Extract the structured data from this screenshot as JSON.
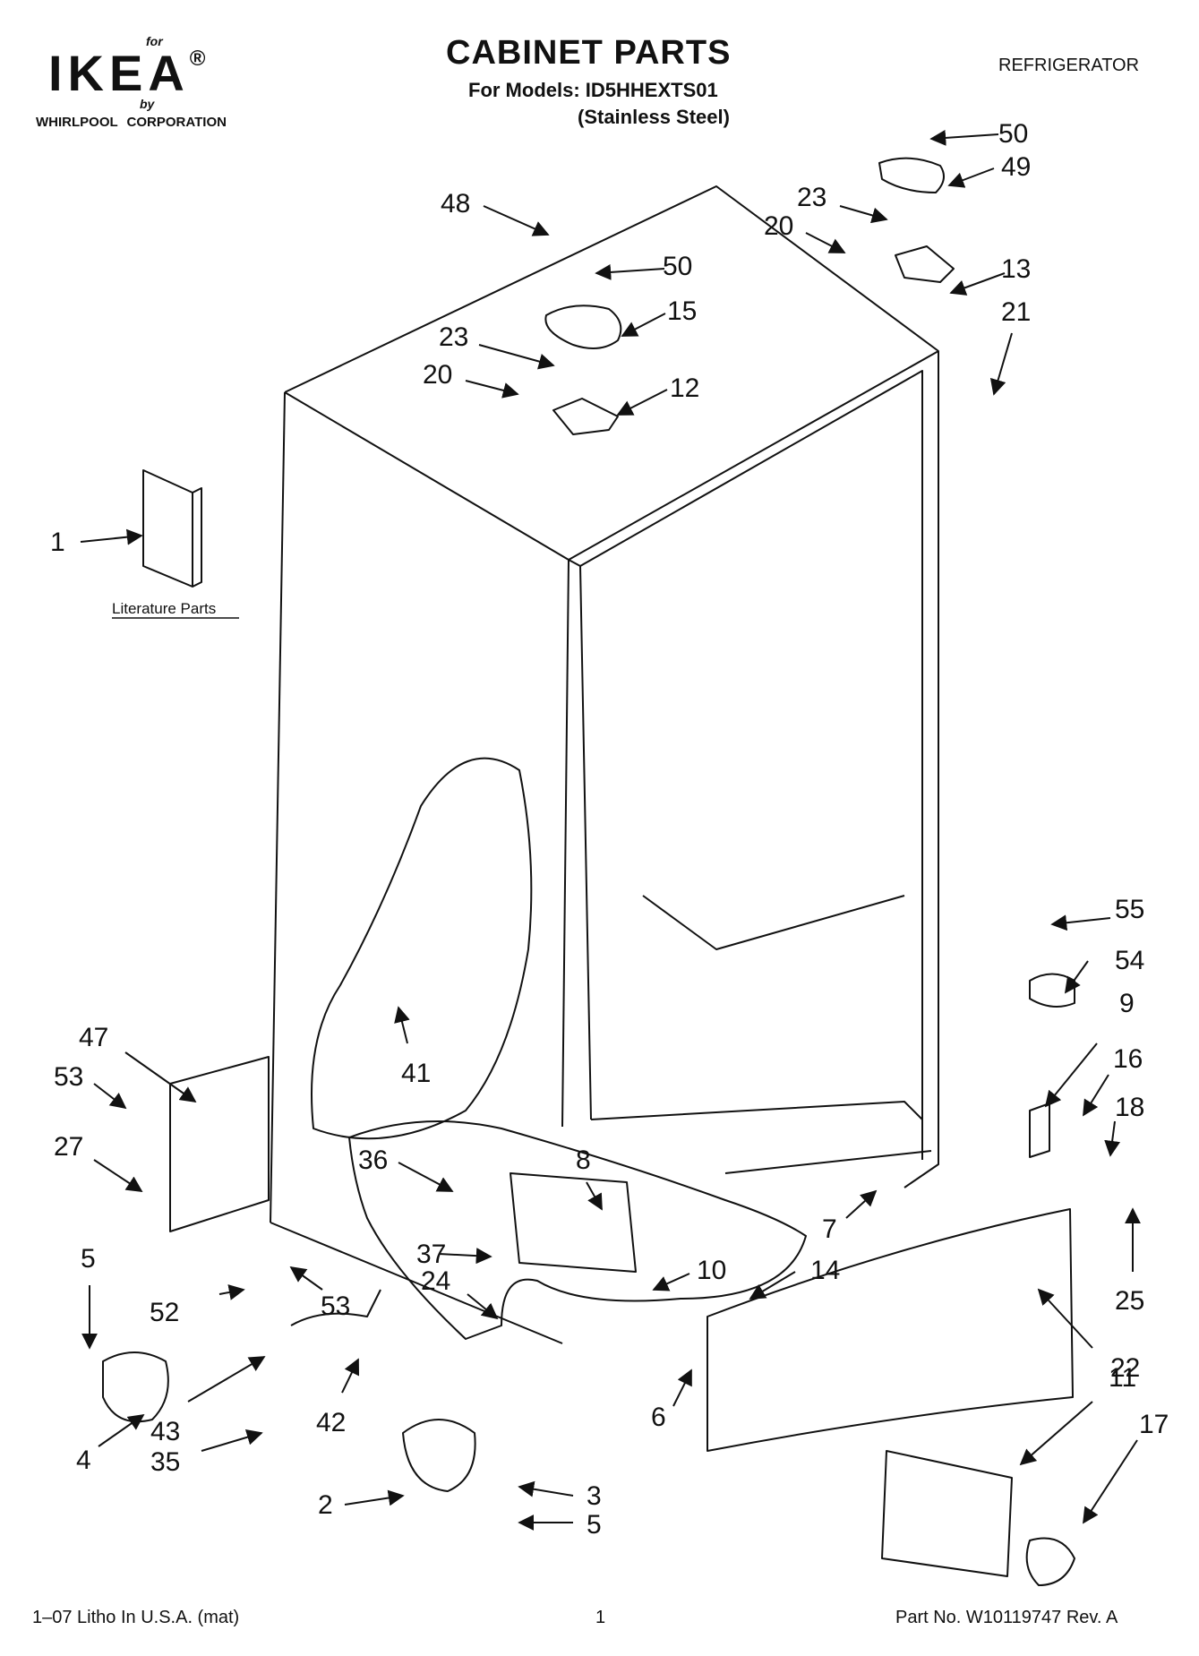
{
  "brand": {
    "for": "for",
    "logo": "IKEA",
    "registered": "®",
    "by": "by",
    "corporation": "WHIRLPOOL CORPORATION"
  },
  "header": {
    "title": "CABINET PARTS",
    "models_line": "For Models: ID5HHEXTS01",
    "finish_line": "(Stainless Steel)",
    "appliance": "REFRIGERATOR"
  },
  "literature_label": "Literature Parts",
  "callouts": [
    {
      "id": "c1",
      "label": "1"
    },
    {
      "id": "c2",
      "label": "2"
    },
    {
      "id": "c3",
      "label": "3"
    },
    {
      "id": "c4",
      "label": "4"
    },
    {
      "id": "c5a",
      "label": "5"
    },
    {
      "id": "c5b",
      "label": "5"
    },
    {
      "id": "c6",
      "label": "6"
    },
    {
      "id": "c7",
      "label": "7"
    },
    {
      "id": "c8",
      "label": "8"
    },
    {
      "id": "c9",
      "label": "9"
    },
    {
      "id": "c10",
      "label": "10"
    },
    {
      "id": "c11",
      "label": "11"
    },
    {
      "id": "c12",
      "label": "12"
    },
    {
      "id": "c13",
      "label": "13"
    },
    {
      "id": "c14",
      "label": "14"
    },
    {
      "id": "c15",
      "label": "15"
    },
    {
      "id": "c16",
      "label": "16"
    },
    {
      "id": "c17",
      "label": "17"
    },
    {
      "id": "c18",
      "label": "18"
    },
    {
      "id": "c20a",
      "label": "20"
    },
    {
      "id": "c20b",
      "label": "20"
    },
    {
      "id": "c21",
      "label": "21"
    },
    {
      "id": "c22",
      "label": "22"
    },
    {
      "id": "c23a",
      "label": "23"
    },
    {
      "id": "c23b",
      "label": "23"
    },
    {
      "id": "c24",
      "label": "24"
    },
    {
      "id": "c25",
      "label": "25"
    },
    {
      "id": "c27",
      "label": "27"
    },
    {
      "id": "c35",
      "label": "35"
    },
    {
      "id": "c36",
      "label": "36"
    },
    {
      "id": "c37",
      "label": "37"
    },
    {
      "id": "c41",
      "label": "41"
    },
    {
      "id": "c42",
      "label": "42"
    },
    {
      "id": "c43",
      "label": "43"
    },
    {
      "id": "c47",
      "label": "47"
    },
    {
      "id": "c48",
      "label": "48"
    },
    {
      "id": "c49",
      "label": "49"
    },
    {
      "id": "c50a",
      "label": "50"
    },
    {
      "id": "c50b",
      "label": "50"
    },
    {
      "id": "c52",
      "label": "52"
    },
    {
      "id": "c53a",
      "label": "53"
    },
    {
      "id": "c53b",
      "label": "53"
    },
    {
      "id": "c54",
      "label": "54"
    },
    {
      "id": "c55",
      "label": "55"
    }
  ],
  "footer": {
    "litho": "1–07 Litho In U.S.A. (mat)",
    "page": "1",
    "part_no": "Part No. W10119747 Rev. A"
  }
}
